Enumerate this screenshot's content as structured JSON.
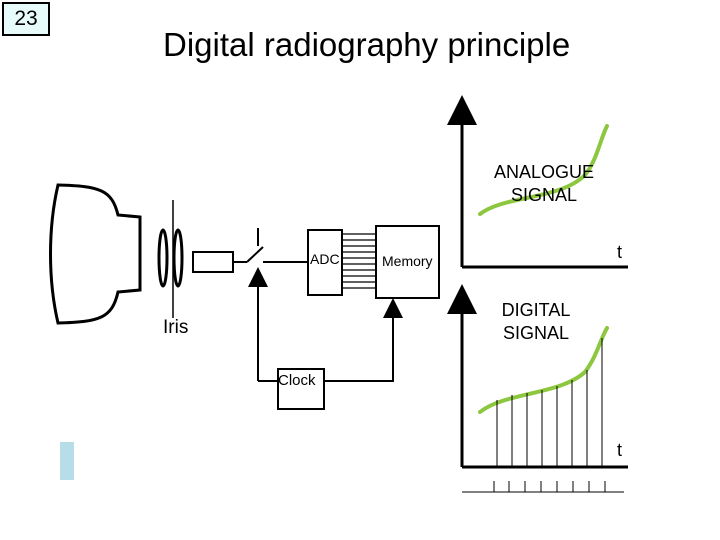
{
  "slide_number": "23",
  "title": "Digital radiography principle",
  "labels": {
    "analogue_signal_line1": "ANALOGUE",
    "analogue_signal_line2": "SIGNAL",
    "digital_signal_line1": "DIGITAL",
    "digital_signal_line2": "SIGNAL",
    "t_top": "t",
    "t_bottom": "t",
    "adc": "ADC",
    "memory": "Memory",
    "iris": "Iris",
    "clock": "Clock"
  },
  "colors": {
    "signal_curve": "#8dc63f",
    "slide_number_bg": "#e8fbfb",
    "side_bar": "#b7dde8"
  }
}
